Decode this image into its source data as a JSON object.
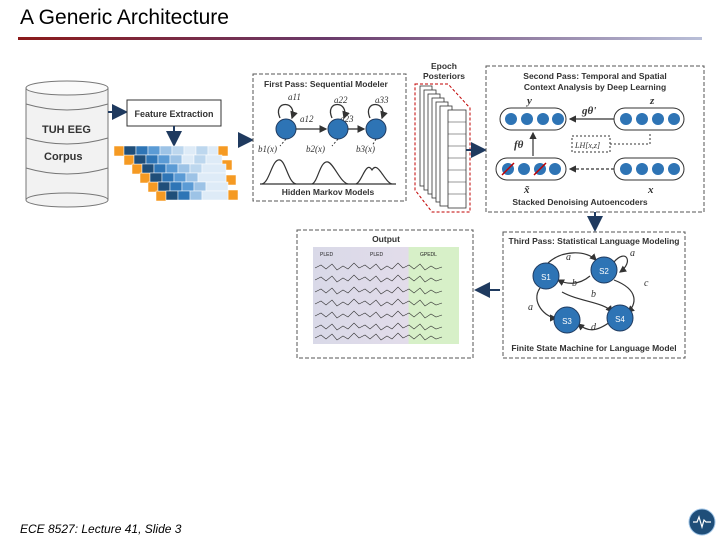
{
  "slide": {
    "title": "A Generic Architecture",
    "footer": "ECE 8527: Lecture 41, Slide 3"
  },
  "corpus": {
    "line1": "TUH EEG",
    "line2": "Corpus"
  },
  "feature_extraction": {
    "label": "Feature Extraction"
  },
  "first_pass": {
    "title": "First Pass: Sequential Modeler",
    "transitions": [
      "a11",
      "a22",
      "a33",
      "a12",
      "a23"
    ],
    "emissions": [
      "b1(x)",
      "b2(x)",
      "b3(x)"
    ],
    "caption": "Hidden Markov Models"
  },
  "epoch": {
    "line1": "Epoch",
    "line2": "Posteriors"
  },
  "second_pass": {
    "title_line1": "Second Pass: Temporal and Spatial",
    "title_line2": "Context Analysis by Deep Learning",
    "labels": {
      "y": "y",
      "g": "gθ'",
      "z": "z",
      "f": "fθ",
      "l": "LH[x,z]",
      "xt": "x̃",
      "x": "x"
    },
    "caption": "Stacked Denoising Autoencoders"
  },
  "output": {
    "title": "Output",
    "tags": [
      "PLED",
      "PLED",
      "GPEDL"
    ]
  },
  "third_pass": {
    "title": "Third Pass: Statistical Language Modeling",
    "states": [
      "S1",
      "S2",
      "S3",
      "S4"
    ],
    "arcs": [
      "a",
      "a",
      "c",
      "b",
      "b",
      "a",
      "d"
    ],
    "caption": "Finite State Machine for Language Model"
  },
  "colors": {
    "accent": "#1f3a5f",
    "node": "#2e74b5",
    "border": "#7f7f7f",
    "epoch_border": "#c00000"
  }
}
